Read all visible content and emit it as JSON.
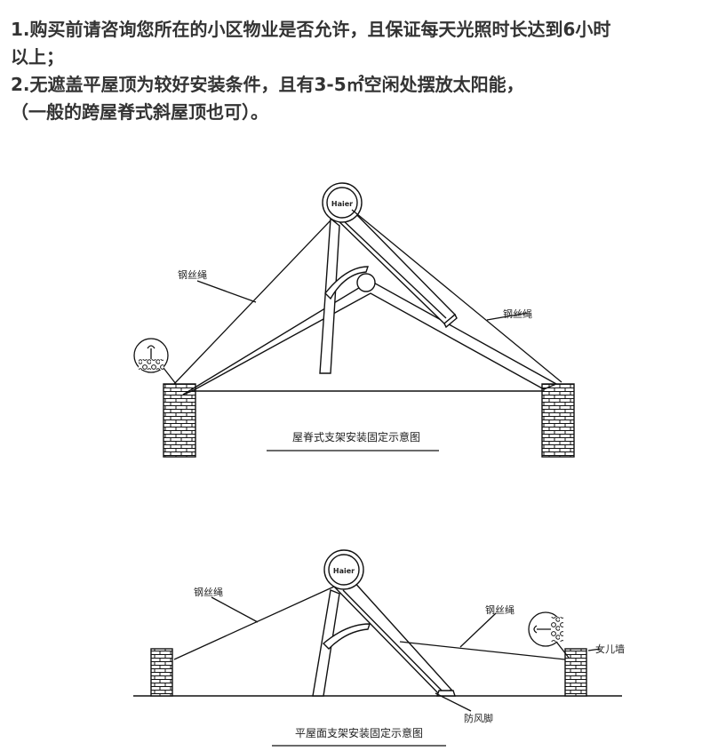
{
  "intro": {
    "line1": "1.购买前请咨询您所在的小区物业是否允许，且保证每天光照时长达到6小时",
    "line1_cont": "以上；",
    "line2": "2.无遮盖平屋顶为较好安装条件，且有3-5㎡空闲处摆放太阳能，",
    "line3": "（一般的跨屋脊式斜屋顶也可）。"
  },
  "roof_diagram": {
    "caption": "屋脊式支架安装固定示意图",
    "label_wire_left": "钢丝绳",
    "label_wire_right": "钢丝绳",
    "brand": "Haier"
  },
  "flat_diagram": {
    "caption": "平屋面支架安装固定示意图",
    "label_wire_left": "钢丝绳",
    "label_wire_right": "钢丝绳",
    "label_parapet": "女儿墙",
    "label_foot": "防风脚",
    "brand": "Haier"
  },
  "colors": {
    "text": "#333333",
    "line": "#111111"
  }
}
